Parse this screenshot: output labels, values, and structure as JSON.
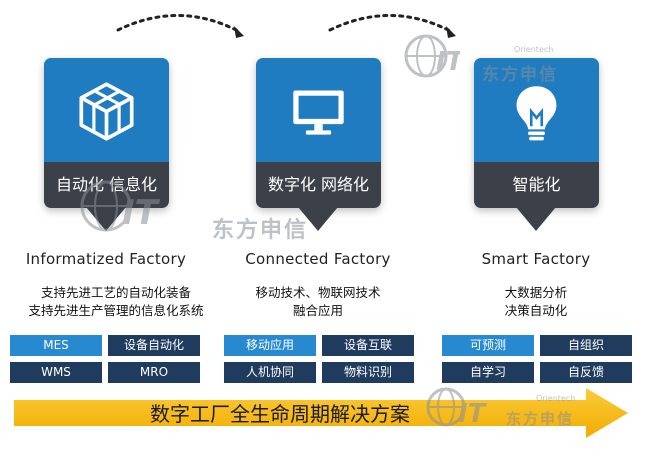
{
  "stages": [
    {
      "icon": "code-cube-icon",
      "label": "自动化 信息化",
      "title": "Informatized Factory",
      "desc": [
        "支持先进工艺的自动化装备",
        "支持先进生产管理的信息化系统"
      ],
      "tags": [
        "MES",
        "设备自动化",
        "WMS",
        "MRO"
      ]
    },
    {
      "icon": "monitor-icon",
      "label": "数字化 网络化",
      "title": "Connected Factory",
      "desc": [
        "移动技术、物联网技术",
        "融合应用"
      ],
      "tags": [
        "移动应用",
        "设备互联",
        "人机协同",
        "物料识别"
      ]
    },
    {
      "icon": "lightbulb-icon",
      "label": "智能化",
      "title": "Smart Factory",
      "desc": [
        "大数据分析",
        "决策自动化"
      ],
      "tags": [
        "可预测",
        "自组织",
        "自学习",
        "自反馈"
      ]
    }
  ],
  "banner": "数字工厂全生命周期解决方案",
  "watermark": {
    "name": "东方申信",
    "sub": "Orientech",
    "logo": "IT"
  },
  "colors": {
    "card_top": "#1f7cc1",
    "card_bottom": "#3c4049",
    "tag_light": "#2789cf",
    "tag_dark": "#1f3c5e",
    "banner": "#f6b810"
  }
}
